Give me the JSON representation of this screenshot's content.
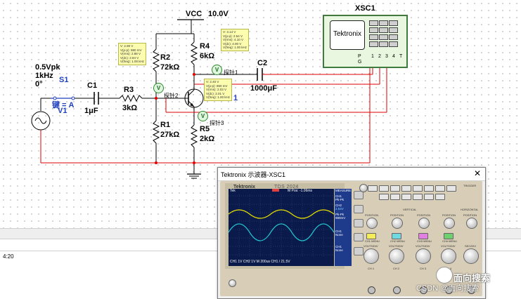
{
  "schematic": {
    "vcc_label": "VCC",
    "vcc_value": "10.0V",
    "source": {
      "amplitude": "0.5Vpk",
      "frequency": "1kHz",
      "phase": "0°",
      "name": "V1"
    },
    "switch": {
      "name": "S1",
      "key": "键 = A"
    },
    "c1": {
      "name": "C1",
      "value": "1μF"
    },
    "r3": {
      "name": "R3",
      "value": "3kΩ"
    },
    "r2": {
      "name": "R2",
      "value": "72kΩ"
    },
    "r1": {
      "name": "R1",
      "value": "27kΩ"
    },
    "r4": {
      "name": "R4",
      "value": "6kΩ"
    },
    "r5": {
      "name": "R5",
      "value": "2kΩ"
    },
    "c2": {
      "name": "C2",
      "value": "1000μF"
    },
    "q1_label": "1",
    "probes": [
      {
        "name": "探针1",
        "lines": [
          "V: 3.14 V",
          "V(p-p): 2.54 V",
          "V(rms): 4.10 V",
          "V(dc): 4.00 V",
          "V(freq): 1.00 kHz"
        ]
      },
      {
        "name": "探针2",
        "lines": [
          "V: 2.90 V",
          "V(p-p): 980 mV",
          "V(rms): 2.88 V",
          "V(dc): 2.84 V",
          "V(freq): 1.00 kHz"
        ]
      },
      {
        "name": "探针3",
        "lines": [
          "V: 2.40 V",
          "V(p-p): 850 mV",
          "V(rms): 2.03 V",
          "V(dc): 2.01 V",
          "V(freq): 1.00 kHz"
        ]
      }
    ],
    "probe_symbol": "V"
  },
  "instrument": {
    "name": "XSC1",
    "logo": "Tektronix",
    "terminals": [
      "P",
      "G",
      "1",
      "2",
      "3",
      "4",
      "T"
    ]
  },
  "status": {
    "time": "4:20"
  },
  "scope_window": {
    "title": "Tektronix 示波器-XSC1",
    "close": "✕",
    "brand": "Tektronix",
    "model": "TDS 2024",
    "screen": {
      "header_left": "Tek",
      "header_mid": "M Pos: -1.06ms",
      "header_right": "MEASURE",
      "status_line": "CH1 1V     CH2 1V     M 200us     CH1 / 21.5V",
      "menu": [
        {
          "label": "CH1",
          "value": "Pk-Pk"
        },
        {
          "label": "CH2",
          "value": "2.54V"
        },
        {
          "label": "Pk-Pk",
          "value": "980mV"
        },
        {
          "label": "CH1",
          "value": "None"
        },
        {
          "label": "CH1",
          "value": "None"
        }
      ]
    },
    "controls": {
      "vertical": "VERTICAL",
      "horizontal": "HORIZONTAL",
      "trigger": "TRIGGER",
      "position": "POSITION",
      "volts_div": "VOLTS/DIV",
      "sec_div": "SEC/DIV",
      "ch_labels": [
        "CH 1",
        "CH 2",
        "CH 3",
        "CH 4"
      ],
      "menu_labels": [
        "CH1 MENU",
        "CH2 MENU",
        "CH3 MENU",
        "CH4 MENU"
      ]
    }
  },
  "watermark": {
    "text": "面向搜索",
    "csdn": "CSDN @面向搜索"
  },
  "colors": {
    "wire_black": "#000000",
    "wire_red": "#e00000",
    "wire_blue": "#1f3fbf",
    "trace_ch1": "#e8e000",
    "trace_ch2": "#22c6d0"
  }
}
